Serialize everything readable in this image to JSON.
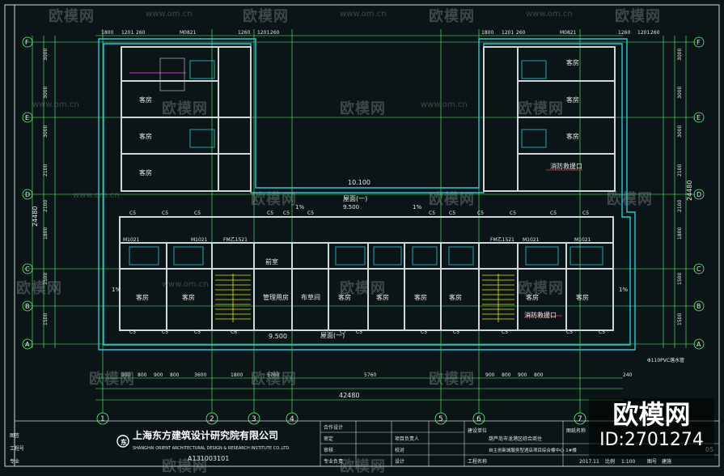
{
  "colors": {
    "background": "#0b1416",
    "grid": "#5aff7a",
    "wall": "#cfd6d6",
    "cyan": "#29c8d8",
    "text": "#e8e8e8",
    "yellow": "#e6e600",
    "red": "#ff3b3b",
    "magenta": "#ff44ff"
  },
  "axes": {
    "bottom_numbers": [
      "1",
      "2",
      "3",
      "4",
      "5",
      "6",
      "7"
    ],
    "left_letters": [
      "F",
      "E",
      "D",
      "C",
      "B",
      "A"
    ]
  },
  "dimensions": {
    "top_segments": [
      "1800",
      "1201",
      "260",
      "M0821",
      "1260",
      "1201",
      "260"
    ],
    "total_width": "42480",
    "left_total": "24480",
    "right_total": "24480",
    "left_rows": [
      "3000",
      "3000",
      "3000",
      "2100",
      "2100",
      "1800",
      "1500",
      "1500"
    ],
    "bottom_row1": [
      "900",
      "800",
      "900",
      "800",
      "3600",
      "1800",
      "5760",
      "5760",
      "900",
      "800",
      "900",
      "800",
      "240"
    ],
    "elev1": "10.100",
    "elev2": "9.500"
  },
  "rooms": {
    "guest": "客房",
    "management": "管理用房",
    "linen": "布草间",
    "fire_exit": "消防救援口",
    "lobby": "前室"
  },
  "labels": {
    "roof1": "屋面(一)",
    "roof2": "屋面(一)",
    "slope": "1%",
    "pipe": "Φ110PVC落水管",
    "door_m1021": "M1021",
    "door_fm": "FM乙1521",
    "window_c5": "C5",
    "window_c6": "C6",
    "window_c7": "C7"
  },
  "title_block": {
    "company_cn": "上海东方建筑设计研究院有限公司",
    "company_en": "SHANGHAI ORIENT ARCHITECTURAL DESIGN & RESEARCH INSTITUTE CO.,LTD.",
    "license": "A131003101",
    "cooperation": "合作设计",
    "approve": "审定",
    "review": "审核",
    "chief": "专业负责",
    "project_lead": "项目负责人",
    "checker": "校对",
    "designer": "设计",
    "client_label": "建设单位",
    "client": "葫芦岛市龙港区综合商住",
    "project_label": "工程名称",
    "project": "自主创新城服务型酒店项目综合楼中心 1#楼",
    "drawing_label": "图纸名称",
    "date": "2017.11",
    "scale_label": "比例",
    "scale": "1:100",
    "sheet": "05",
    "sheet_label": "图号",
    "phase": "建施"
  },
  "left_strip": [
    "图签",
    "工程号",
    "专业"
  ],
  "watermark": {
    "cn": "欧模网",
    "url": "www.om.cn",
    "id_text": "ID:2701274"
  }
}
